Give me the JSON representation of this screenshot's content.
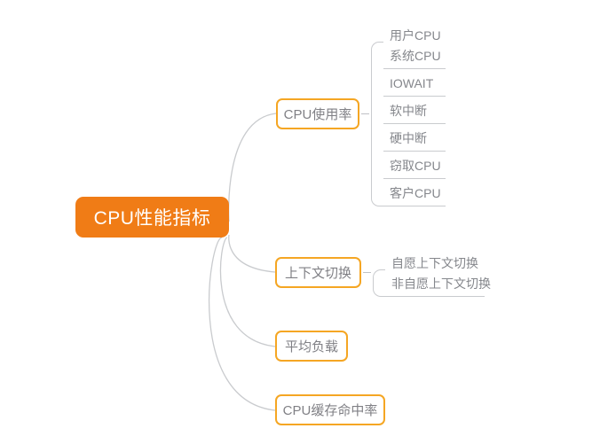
{
  "diagram": {
    "type": "mind-map",
    "title": "CPU性能指标",
    "background_color": "#ffffff",
    "colors": {
      "root_fill": "#F07C16",
      "root_text": "#ffffff",
      "branch_border": "#F5A623",
      "branch_text": "#808085",
      "leaf_text": "#85878C",
      "connector": "#C9CBCE"
    },
    "root": {
      "label": "CPU性能指标"
    },
    "branches": [
      {
        "label": "CPU使用率",
        "children": [
          {
            "label": "用户CPU"
          },
          {
            "label": "系统CPU"
          },
          {
            "label": "IOWAIT"
          },
          {
            "label": "软中断"
          },
          {
            "label": "硬中断"
          },
          {
            "label": "窃取CPU"
          },
          {
            "label": "客户CPU"
          }
        ]
      },
      {
        "label": "上下文切换",
        "children": [
          {
            "label": "自愿上下文切换"
          },
          {
            "label": "非自愿上下文切换"
          }
        ]
      },
      {
        "label": "平均负载",
        "children": []
      },
      {
        "label": "CPU缓存命中率",
        "children": []
      }
    ]
  }
}
